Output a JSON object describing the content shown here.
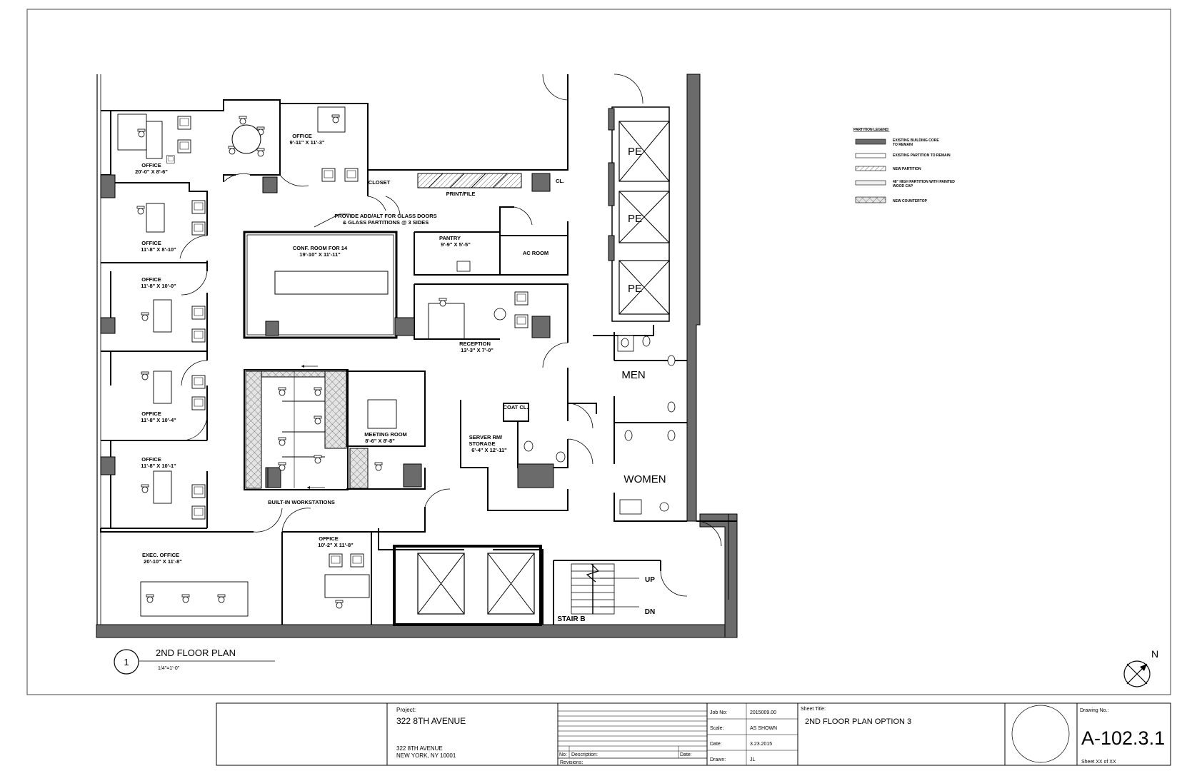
{
  "legend": {
    "title": "PARTITION LEGEND:",
    "items": [
      {
        "label": "EXISTING BUILDING CORE",
        "label2": "TO REMAIN",
        "swatch": "core"
      },
      {
        "label": "EXISTING PARTITION TO REMAIN",
        "label2": "",
        "swatch": "existing"
      },
      {
        "label": "NEW PARTITION",
        "label2": "",
        "swatch": "new"
      },
      {
        "label": "48\" HIGH PARTITION WITH PAINTED",
        "label2": "WOOD CAP",
        "swatch": "half"
      },
      {
        "label": "NEW COUNTERTOP",
        "label2": "",
        "swatch": "counter"
      }
    ]
  },
  "rooms": {
    "office1": {
      "name": "OFFICE",
      "dim": "20'-0\" X 8'-6\""
    },
    "office2": {
      "name": "OFFICE",
      "dim": "9'-11\" X 11'-3\""
    },
    "office3": {
      "name": "OFFICE",
      "dim": "11'-8\" X 8'-10\""
    },
    "office4": {
      "name": "OFFICE",
      "dim": "11'-8\" X 10'-0\""
    },
    "office5": {
      "name": "OFFICE",
      "dim": "11'-8\" X 10'-4\""
    },
    "office6": {
      "name": "OFFICE",
      "dim": "11'-8\" X 10'-1\""
    },
    "exec": {
      "name": "EXEC. OFFICE",
      "dim": "20'-10\" X 11'-8\""
    },
    "office7": {
      "name": "OFFICE",
      "dim": "10'-2\" X 11'-8\""
    },
    "closet": "CLOSET",
    "print": "PRINT/FILE",
    "cl": "CL.",
    "note1": "PROVIDE ADD/ALT FOR GLASS DOORS",
    "note2": "& GLASS PARTITIONS @ 3 SIDES",
    "conf": {
      "name": "CONF. ROOM FOR 14",
      "dim": "19'-10\" X 11'-11\""
    },
    "pantry": {
      "name": "PANTRY",
      "dim": "9'-9\" X 5'-5\""
    },
    "ac": "AC ROOM",
    "reception": {
      "name": "RECEPTION",
      "dim": "13'-3\" X 7'-0\""
    },
    "meeting": {
      "name": "MEETING ROOM",
      "dim": "8'-6\" X 8'-8\""
    },
    "coat": "COAT CL.",
    "server": {
      "name": "SERVER RM/",
      "name2": "STORAGE",
      "dim": "6'-4\" X 12'-11\""
    },
    "workstations": "BUILT-IN WORKSTATIONS",
    "men": "MEN",
    "women": "WOMEN",
    "pe": "PE",
    "up": "UP",
    "dn": "DN",
    "stair": "STAIR B"
  },
  "plan_title": {
    "number": "1",
    "title": "2ND FLOOR PLAN",
    "scale": "1/4\"=1'-0\""
  },
  "north": "N",
  "title_block": {
    "project_label": "Project:",
    "project_name": "322 8TH AVENUE",
    "address1": "322 8TH AVENUE",
    "address2": "NEW YORK, NY 10001",
    "no_label": "No:",
    "description_label": "Description:",
    "date_col_label": "Date:",
    "revisions_label": "Revisions:",
    "job_label": "Job No:",
    "job_value": "2015009.00",
    "scale_label": "Scale:",
    "scale_value": "AS SHOWN",
    "date_label": "Date:",
    "date_value": "3.23.2015",
    "drawn_label": "Drawn:",
    "drawn_value": "JL",
    "sheet_title_label": "Sheet Title:",
    "sheet_title": "2ND FLOOR PLAN OPTION 3",
    "drawing_no_label": "Drawing No.:",
    "drawing_no": "A-102.3.1",
    "sheet_of": "Sheet XX of XX"
  }
}
